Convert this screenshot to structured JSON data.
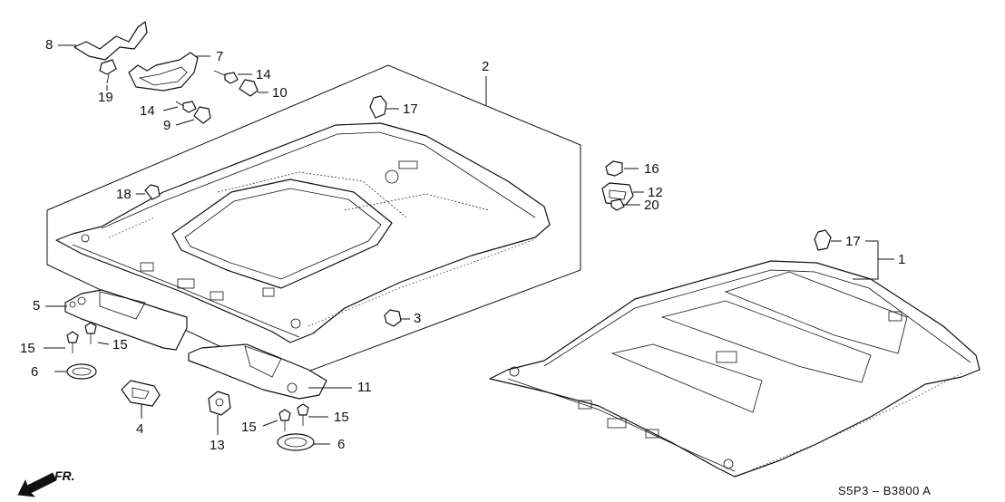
{
  "diagram": {
    "title": "Roof Lining (Headliner) Parts Diagram",
    "drawing_code": "S5P3 – B3800 A",
    "direction_label": "FR.",
    "accent_color": "#111111",
    "background_color": "#ffffff",
    "callouts": {
      "c1": "1",
      "c2": "2",
      "c3": "3",
      "c4": "4",
      "c5": "5",
      "c6a": "6",
      "c6b": "6",
      "c7": "7",
      "c8": "8",
      "c9": "9",
      "c10": "10",
      "c11": "11",
      "c12": "12",
      "c13": "13",
      "c14a": "14",
      "c14b": "14",
      "c15a": "15",
      "c15b": "15",
      "c15c": "15",
      "c15d": "15",
      "c16": "16",
      "c17a": "17",
      "c17b": "17",
      "c18": "18",
      "c19": "19",
      "c20": "20"
    }
  }
}
